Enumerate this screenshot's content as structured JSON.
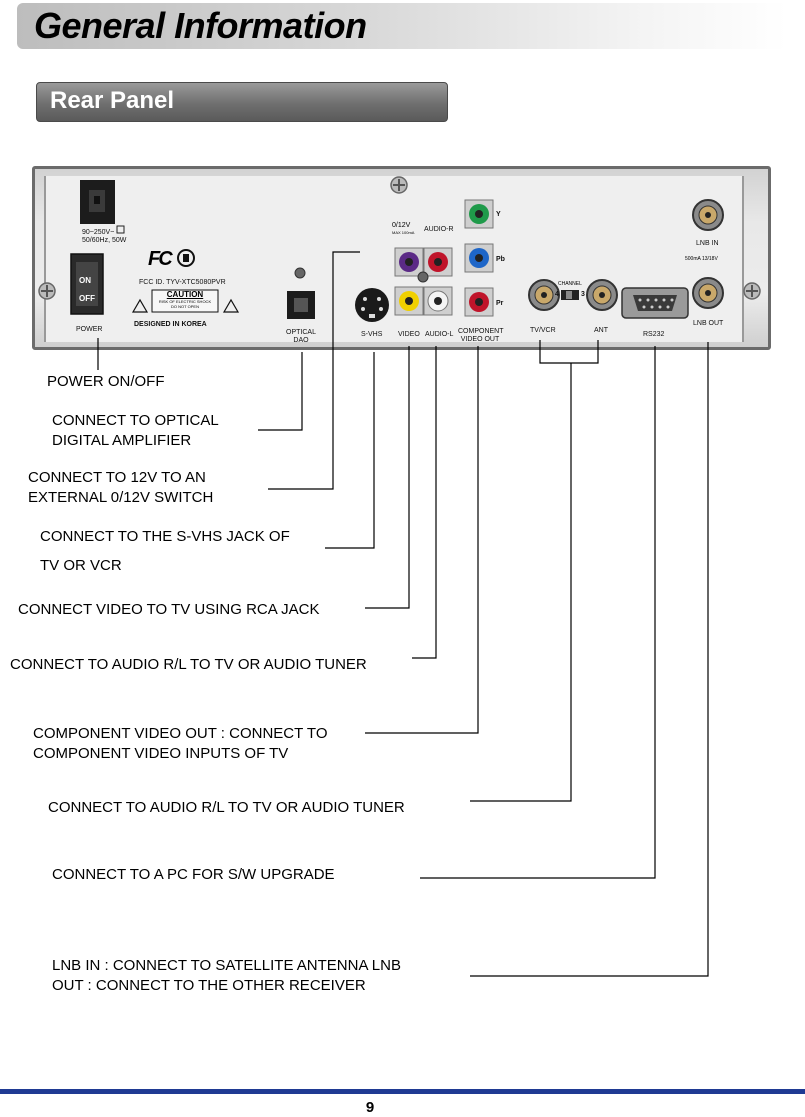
{
  "header": {
    "title": "General Information"
  },
  "section": {
    "title": "Rear Panel"
  },
  "panel": {
    "power_rating": [
      "90~250V~",
      "50/60Hz, 50W"
    ],
    "power_switch": {
      "on": "ON",
      "off": "OFF",
      "label": "POWER"
    },
    "fcc_logo": "FC",
    "fcc_id": "FCC ID. TYV-XTC5080PVR",
    "caution": {
      "title": "CAUTION",
      "line1": "RISK OF ELECTRIC SHOCK",
      "line2": "DO NOT OPEN"
    },
    "designed_in": "DESIGNED IN KOREA",
    "optical_label": [
      "OPTICAL",
      "DAO"
    ],
    "svhs_label": "S-VHS",
    "video_label": "VIDEO",
    "audio_l_label": "AUDIO-L",
    "audio_r_label": "AUDIO-R",
    "switch_rating": [
      "0/12V",
      "MAX 100mA"
    ],
    "component_labels": {
      "y": "Y",
      "pb": "Pb",
      "pr": "Pr",
      "caption": [
        "COMPONENT",
        "VIDEO OUT"
      ]
    },
    "channel": {
      "label": "CHANNEL",
      "left": "4",
      "right": "3"
    },
    "tv_vcr_label": "TV/VCR",
    "ant_label": "ANT",
    "rs232_label": "RS232",
    "lnb_in_label": "LNB IN",
    "lnb_rating": "500mA 13/18V",
    "lnb_out_label": "LNB OUT"
  },
  "callouts": {
    "power": "POWER ON/OFF",
    "optical": [
      "CONNECT TO OPTICAL",
      "DIGITAL AMPLIFIER"
    ],
    "switch12v": [
      "CONNECT TO 12V TO AN",
      "EXTERNAL  0/12V SWITCH"
    ],
    "svhs": [
      "CONNECT TO THE S-VHS JACK OF",
      "TV OR VCR"
    ],
    "video": "CONNECT VIDEO TO TV USING RCA JACK",
    "audio": "CONNECT TO AUDIO R/L TO TV OR AUDIO TUNER",
    "component": [
      "COMPONENT VIDEO OUT : CONNECT TO",
      "COMPONENT VIDEO INPUTS OF TV"
    ],
    "rf": "CONNECT TO AUDIO R/L TO TV OR AUDIO TUNER",
    "rs232": "CONNECT TO A PC FOR S/W UPGRADE",
    "lnb": [
      "LNB IN : CONNECT TO SATELLITE ANTENNA   LNB",
      "OUT : CONNECT TO THE OTHER RECEIVER"
    ]
  },
  "footer": {
    "page_number": "9",
    "rule_color": "#1f3a93"
  }
}
